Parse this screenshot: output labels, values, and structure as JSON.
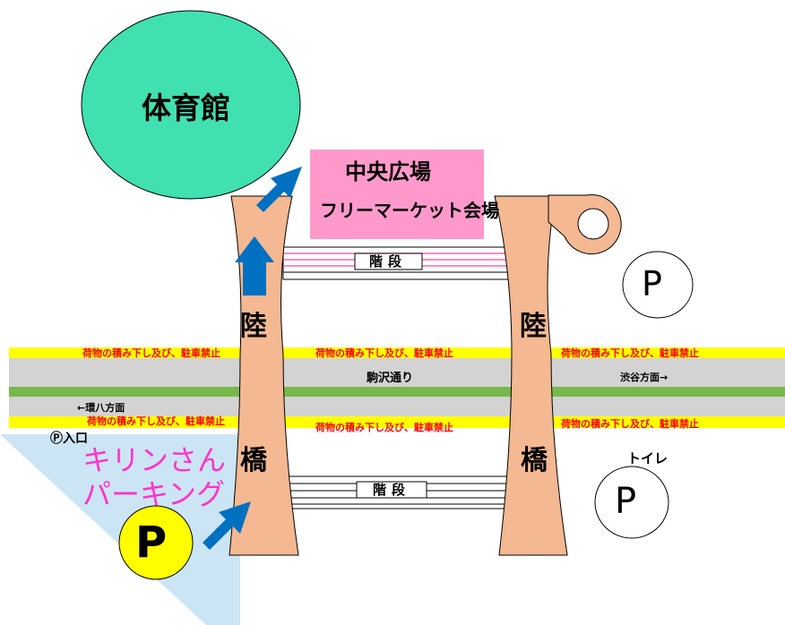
{
  "map": {
    "gym_label": "体育館",
    "plaza": {
      "line1": "中央広場",
      "line2": "フリーマーケット会場"
    },
    "stairs_label": "階段",
    "bridge_chars": [
      "陸",
      "橋"
    ],
    "road_name": "駒沢通り",
    "direction_shibuya": "渋谷方面→",
    "direction_kanpachi": "←環八方面",
    "no_parking_text": "荷物の積み下し及び、駐車禁止",
    "parking_entrance": "Ⓟ入口",
    "parking_name_line1": "キリンさん",
    "parking_name_line2": "パーキング",
    "parking_symbol": "P",
    "toilet_label": "トイレ",
    "colors": {
      "gym": "#40e0b0",
      "plaza": "#ff99cc",
      "bridge": "#f4b892",
      "road_gray": "#d3d3d3",
      "median": "#77b94a",
      "edge_yellow": "#ffff00",
      "arrow_blue": "#0070c0",
      "parking_bg": "#cce5f5",
      "parking_yellow": "#ffff00",
      "kirin_text": "#ff33cc",
      "warn_red": "#ff0000"
    }
  }
}
